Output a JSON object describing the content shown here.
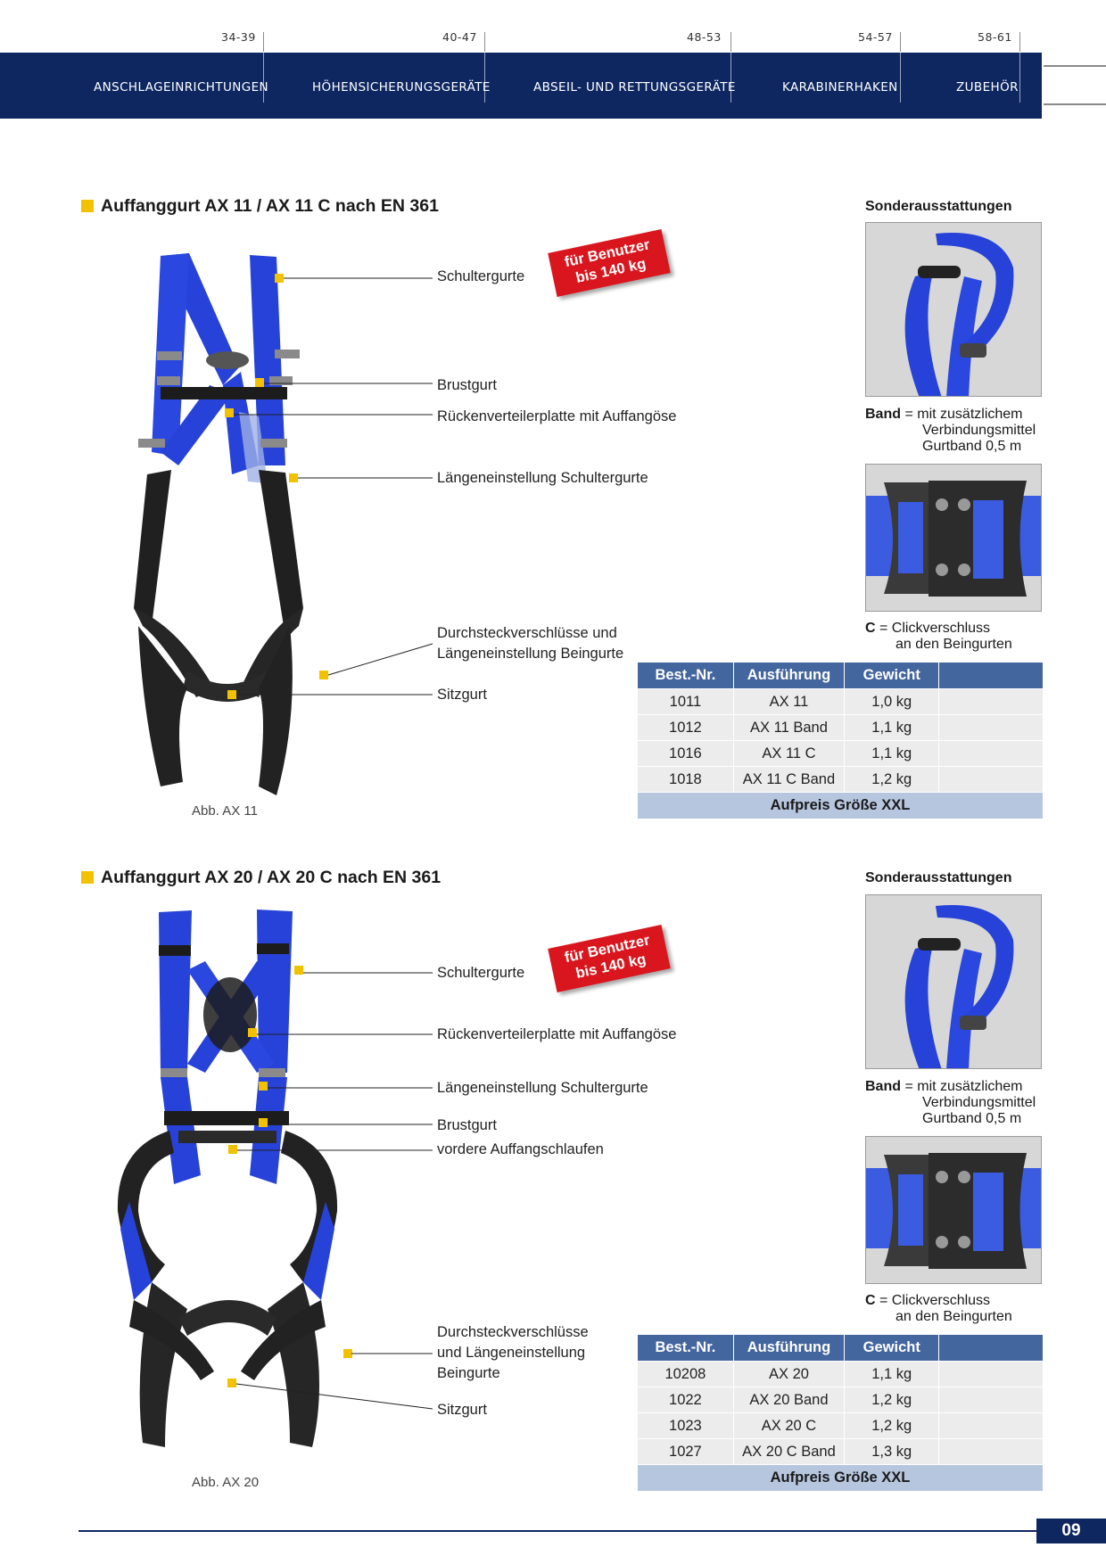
{
  "nav": {
    "pages": [
      "34-39",
      "40-47",
      "48-53",
      "54-57",
      "58-61"
    ],
    "categories": [
      "ANSCHLAGEINRICHTUNGEN",
      "HÖHENSICHERUNGSGERÄTE",
      "ABSEIL- UND RETTUNGSGERÄTE",
      "KARABINERHAKEN",
      "ZUBEHÖR"
    ]
  },
  "colors": {
    "navy": "#0e2761",
    "accent": "#f2c200",
    "table_header": "#44669e",
    "table_footer": "#b7c6df",
    "harness_blue": "#2742d8",
    "sticker_red": "#d9161d"
  },
  "product1": {
    "title": "Auffanggurt AX 11 / AX 11 C nach EN 361",
    "sticker": [
      "für Benutzer",
      "bis 140 kg"
    ],
    "callouts": [
      "Schultergurte",
      "Brustgurt",
      "Rückenverteilerplatte mit Auffangöse",
      "Längeneinstellung Schultergurte",
      "Durchsteckverschlüsse und",
      "Längeneinstellung Beingurte",
      "Sitzgurt"
    ],
    "caption": "Abb. AX 11",
    "options_title": "Sonderausstattungen",
    "band_note": {
      "key": "Band",
      "lines": [
        "= mit zusätzlichem",
        "Verbindungsmittel",
        "Gurtband 0,5 m"
      ]
    },
    "click_note": {
      "key": "C",
      "lines": [
        "= Clickverschluss",
        "an den Beingurten"
      ]
    },
    "table": {
      "headers": [
        "Best.-Nr.",
        "Ausführung",
        "Gewicht",
        ""
      ],
      "rows": [
        [
          "1011",
          "AX 11",
          "1,0 kg"
        ],
        [
          "1012",
          "AX 11 Band",
          "1,1 kg"
        ],
        [
          "1016",
          "AX 11 C",
          "1,1 kg"
        ],
        [
          "1018",
          "AX 11 C Band",
          "1,2 kg"
        ]
      ],
      "footer": "Aufpreis Größe XXL"
    }
  },
  "product2": {
    "title": "Auffanggurt AX 20 / AX 20 C nach EN 361",
    "sticker": [
      "für Benutzer",
      "bis 140 kg"
    ],
    "callouts": [
      "Schultergurte",
      "Rückenverteilerplatte mit Auffangöse",
      "Längeneinstellung Schultergurte",
      "Brustgurt",
      "vordere Auffangschlaufen",
      "Durchsteckverschlüsse",
      "und Längeneinstellung",
      "Beingurte",
      "Sitzgurt"
    ],
    "caption": "Abb. AX 20",
    "options_title": "Sonderausstattungen",
    "band_note": {
      "key": "Band",
      "lines": [
        "= mit zusätzlichem",
        "Verbindungsmittel",
        "Gurtband 0,5 m"
      ]
    },
    "click_note": {
      "key": "C",
      "lines": [
        "= Clickverschluss",
        "an den Beingurten"
      ]
    },
    "table": {
      "headers": [
        "Best.-Nr.",
        "Ausführung",
        "Gewicht",
        ""
      ],
      "rows": [
        [
          "10208",
          "AX 20",
          "1,1 kg"
        ],
        [
          "1022",
          "AX 20 Band",
          "1,2 kg"
        ],
        [
          "1023",
          "AX 20 C",
          "1,2 kg"
        ],
        [
          "1027",
          "AX 20 C Band",
          "1,3 kg"
        ]
      ],
      "footer": "Aufpreis Größe XXL"
    }
  },
  "footer": {
    "page_number": "09"
  }
}
